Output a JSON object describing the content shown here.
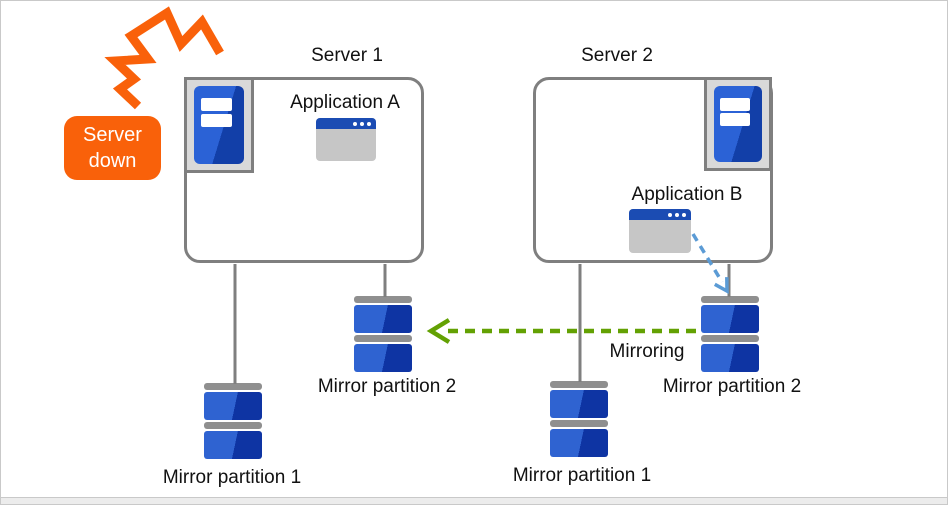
{
  "diagram": {
    "incident": {
      "label": "Server\ndown"
    },
    "server1": {
      "title": "Server 1",
      "application": {
        "label": "Application A"
      },
      "partitions": [
        {
          "label": "Mirror partition 1"
        },
        {
          "label": "Mirror partition 2"
        }
      ]
    },
    "server2": {
      "title": "Server 2",
      "application": {
        "label": "Application B"
      },
      "partitions": [
        {
          "label": "Mirror partition 1"
        },
        {
          "label": "Mirror partition 2"
        }
      ]
    },
    "mirroring_label": "Mirroring",
    "icons": {
      "crash_flash": "lightning-crash-icon",
      "server_tower": "server-tower-icon",
      "application_window": "application-window-icon",
      "disk_partition": "disk-partition-icon",
      "mirroring_arrow": "green-dashed-arrow",
      "write_arrow": "blue-dashed-arrow"
    },
    "colors": {
      "alert_orange": "#f9610a",
      "mirroring_green": "#63a103",
      "write_blue": "#5b9bd5",
      "partition_blue_light": "#2f63d1",
      "partition_blue_dark": "#0e34a3",
      "titlebar_blue": "#1b4cb3",
      "outline_gray": "#7f7f7f"
    }
  }
}
